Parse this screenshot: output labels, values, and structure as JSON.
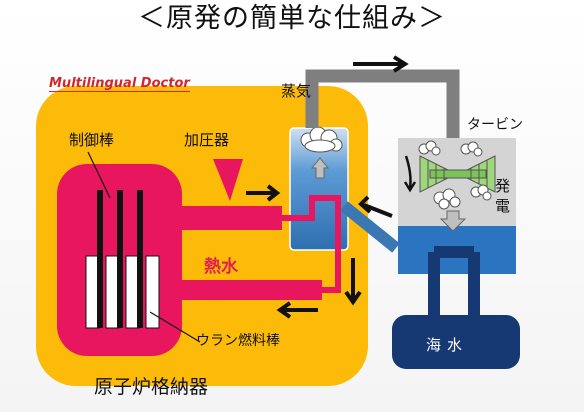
{
  "title": "＜原発の簡単な仕組み＞",
  "signature": "Multilingual Doctor",
  "labels": {
    "control_rods": "制御棒",
    "pressurizer": "加圧器",
    "steam": "蒸気",
    "turbine": "タービン",
    "generator_1": "発",
    "generator_2": "電",
    "hot_water": "熱水",
    "fuel_rods": "ウラン燃料棒",
    "seawater": "海水",
    "containment": "原子炉格納器"
  },
  "colors": {
    "containment": "#fcbb08",
    "reactor": "#e8165f",
    "steam_generator": "#2f7ec2",
    "pipe_blue": "#3b77b3",
    "turbine_box": "#d4d4d4",
    "condenser": "#2b75c0",
    "sea": "#163873",
    "turbine_blades": "#9fd77c",
    "accent_red": "#d3272e"
  }
}
